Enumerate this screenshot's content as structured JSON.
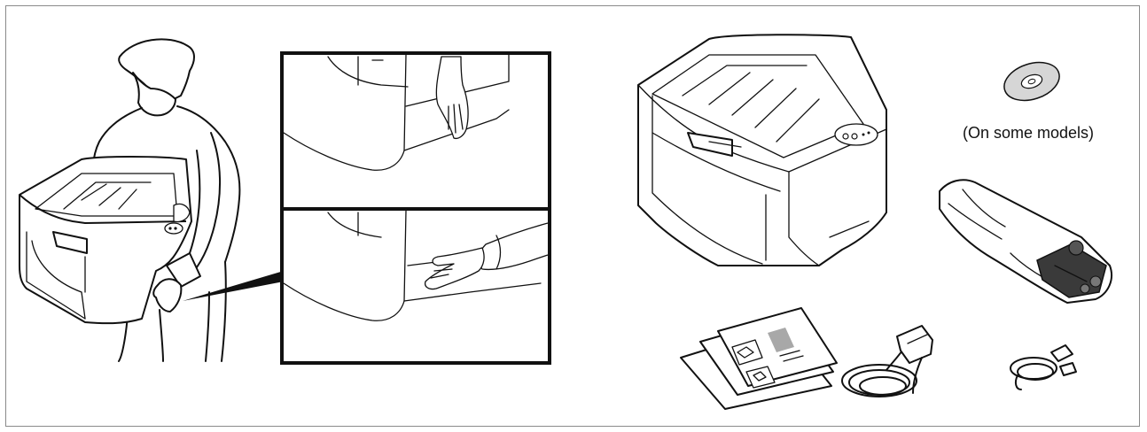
{
  "figure": {
    "caption_on_some_models": "(On some models)",
    "items": [
      {
        "name": "person-carrying-printer",
        "icon": "person-carrying-printer-icon"
      },
      {
        "name": "inset-hand-grip-top",
        "icon": "hand-grip-icon"
      },
      {
        "name": "inset-hand-grip-bottom",
        "icon": "hand-grip-icon"
      },
      {
        "name": "printer",
        "icon": "printer-icon"
      },
      {
        "name": "cd-disc",
        "icon": "cd-disc-icon"
      },
      {
        "name": "toner-container-bag",
        "icon": "toner-bag-icon"
      },
      {
        "name": "manuals",
        "icon": "document-icon"
      },
      {
        "name": "power-cord",
        "icon": "power-cord-icon"
      },
      {
        "name": "usb-cable",
        "icon": "usb-cable-icon"
      }
    ]
  }
}
